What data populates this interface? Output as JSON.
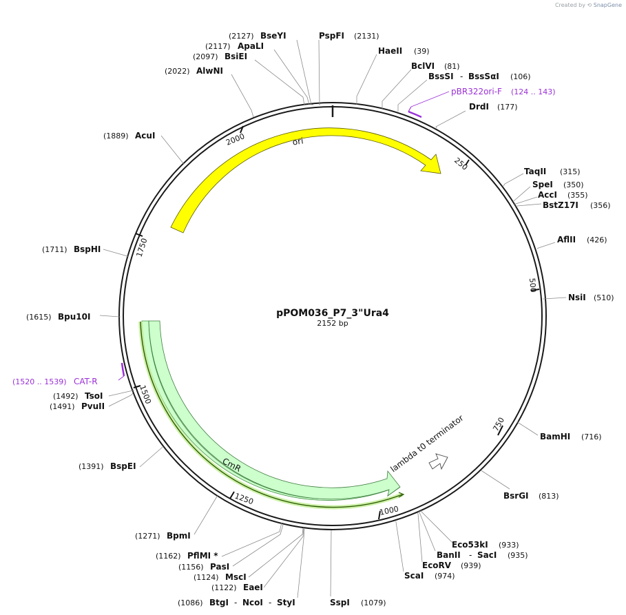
{
  "credit": {
    "prefix": "Created by",
    "brand": "SnapGene"
  },
  "plasmid": {
    "name": "pPOM036_P7_3\"Ura4",
    "length_label": "2152 bp",
    "length": 2152
  },
  "scale_ticks": [
    "250",
    "500",
    "750",
    "1000",
    "1250",
    "1500",
    "1750",
    "2000"
  ],
  "features": [
    {
      "name": "ori",
      "color": "#ffff00"
    },
    {
      "name": "CmR",
      "color": "#ccffcc"
    },
    {
      "name": "lambda t0 terminator",
      "color": "#ffffff"
    }
  ],
  "primers": [
    {
      "name": "pBR322ori-F",
      "range": "(124 .. 143)",
      "color": "#9a2fd8"
    },
    {
      "name": "CAT-R",
      "range": "(1520 .. 1539)",
      "color": "#9a2fd8"
    }
  ],
  "sites": [
    {
      "parts": [
        "BseYI"
      ],
      "pos": "(2127)"
    },
    {
      "parts": [
        "ApaLI"
      ],
      "pos": "(2117)"
    },
    {
      "parts": [
        "BsiEI"
      ],
      "pos": "(2097)"
    },
    {
      "parts": [
        "AlwNI"
      ],
      "pos": "(2022)"
    },
    {
      "parts": [
        "AcuI"
      ],
      "pos": "(1889)"
    },
    {
      "parts": [
        "BspHI"
      ],
      "pos": "(1711)"
    },
    {
      "parts": [
        "Bpu10I"
      ],
      "pos": "(1615)"
    },
    {
      "parts": [
        "TsoI"
      ],
      "pos": "(1492)"
    },
    {
      "parts": [
        "PvuII"
      ],
      "pos": "(1491)"
    },
    {
      "parts": [
        "BspEI"
      ],
      "pos": "(1391)"
    },
    {
      "parts": [
        "BpmI"
      ],
      "pos": "(1271)"
    },
    {
      "parts": [
        "PflMI *"
      ],
      "pos": "(1162)"
    },
    {
      "parts": [
        "PasI"
      ],
      "pos": "(1156)"
    },
    {
      "parts": [
        "MscI"
      ],
      "pos": "(1124)"
    },
    {
      "parts": [
        "EaeI"
      ],
      "pos": "(1122)"
    },
    {
      "parts": [
        "BtgI",
        "NcoI",
        "StyI"
      ],
      "pos": "(1086)"
    },
    {
      "parts": [
        "SspI"
      ],
      "pos": "(1079)"
    },
    {
      "parts": [
        "PspFI"
      ],
      "pos": "(2131)"
    },
    {
      "parts": [
        "HaeII"
      ],
      "pos": "(39)"
    },
    {
      "parts": [
        "BclVI"
      ],
      "pos": "(81)"
    },
    {
      "parts": [
        "BssSI",
        "BssSαI"
      ],
      "pos": "(106)"
    },
    {
      "parts": [
        "DrdI"
      ],
      "pos": "(177)"
    },
    {
      "parts": [
        "TaqII"
      ],
      "pos": "(315)"
    },
    {
      "parts": [
        "SpeI"
      ],
      "pos": "(350)"
    },
    {
      "parts": [
        "AccI"
      ],
      "pos": "(355)"
    },
    {
      "parts": [
        "BstZ17I"
      ],
      "pos": "(356)"
    },
    {
      "parts": [
        "AflII"
      ],
      "pos": "(426)"
    },
    {
      "parts": [
        "NsiI"
      ],
      "pos": "(510)"
    },
    {
      "parts": [
        "BamHI"
      ],
      "pos": "(716)"
    },
    {
      "parts": [
        "BsrGI"
      ],
      "pos": "(813)"
    },
    {
      "parts": [
        "Eco53kI"
      ],
      "pos": "(933)"
    },
    {
      "parts": [
        "BanII",
        "SacI"
      ],
      "pos": "(935)"
    },
    {
      "parts": [
        "EcoRV"
      ],
      "pos": "(939)"
    },
    {
      "parts": [
        "ScaI"
      ],
      "pos": "(974)"
    }
  ]
}
